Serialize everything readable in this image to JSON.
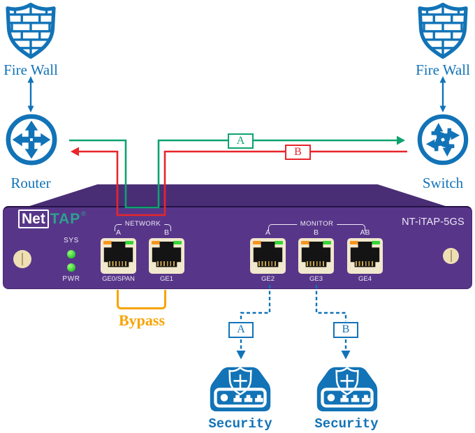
{
  "colors": {
    "blue": "#1273B7",
    "green": "#0DA26E",
    "red": "#E8252B",
    "orange": "#F7A401",
    "purple_front": "#573689",
    "purple_top": "#4A2E75"
  },
  "left_stack": {
    "firewall_label": "Fire Wall",
    "router_label": "Router"
  },
  "right_stack": {
    "firewall_label": "Fire Wall",
    "switch_label": "Switch"
  },
  "wire_tags": {
    "a": "A",
    "b": "B"
  },
  "device": {
    "logo": {
      "net": "Net",
      "tap": "TAP",
      "reg": "®"
    },
    "model": "NT-iTAP-5GS",
    "leds": {
      "sys": "SYS",
      "pwr": "PWR"
    },
    "groups": [
      {
        "label": "NETWORK",
        "ports": [
          {
            "letter": "A",
            "name": "GE0/SPAN"
          },
          {
            "letter": "B",
            "name": "GE1"
          }
        ]
      },
      {
        "label": "MONITOR",
        "ports": [
          {
            "letter": "A",
            "name": "GE2"
          },
          {
            "letter": "B",
            "name": "GE3"
          },
          {
            "letter": "AB",
            "name": "GE4"
          }
        ]
      }
    ]
  },
  "bypass_label": "Bypass",
  "monitor_taps": [
    {
      "tag": "A",
      "target_label": "Security"
    },
    {
      "tag": "B",
      "target_label": "Security"
    }
  ]
}
